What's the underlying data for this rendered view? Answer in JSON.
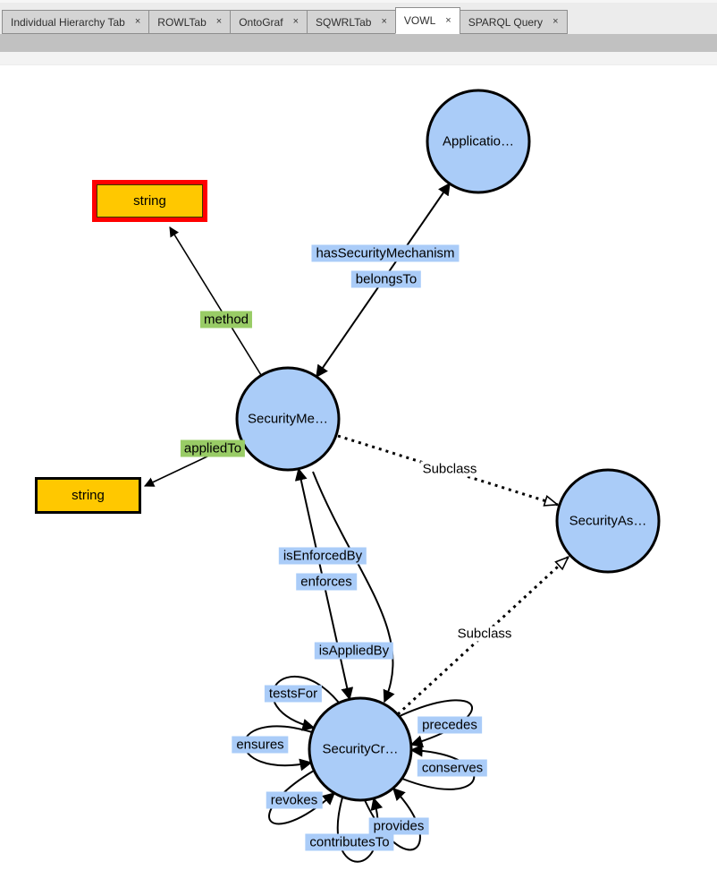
{
  "ui": {
    "close_glyph": "×"
  },
  "tab_bar": {
    "tabs": [
      {
        "label": "Individual Hierarchy Tab",
        "active": false
      },
      {
        "label": "ROWLTab",
        "active": false
      },
      {
        "label": "OntoGraf",
        "active": false
      },
      {
        "label": "SQWRLTab",
        "active": false
      },
      {
        "label": "VOWL",
        "active": true
      },
      {
        "label": "SPARQL Query",
        "active": false
      }
    ]
  },
  "graph": {
    "nodes": {
      "application": "Applicatio…",
      "security_mechanism": "SecurityMe…",
      "security_assurance": "SecurityAs…",
      "security_criterion": "SecurityCr…"
    },
    "datatypes": {
      "string_selected": "string",
      "string_plain": "string"
    },
    "properties": {
      "has_security_mechanism": "hasSecurityMechanism",
      "belongs_to": "belongsTo",
      "is_enforced_by": "isEnforcedBy",
      "enforces": "enforces",
      "is_applied_by": "isAppliedBy",
      "tests_for": "testsFor",
      "ensures": "ensures",
      "revokes": "revokes",
      "contributes_to": "contributesTo",
      "provides": "provides",
      "conserves": "conserves",
      "precedes": "precedes",
      "method": "method",
      "applied_to": "appliedTo",
      "subclass": "Subclass"
    },
    "colors": {
      "class_fill": "#AACCF8",
      "datatype_fill": "#FFC800",
      "object_property_label_bg": "#AACCF8",
      "datatype_property_label_bg": "#99CC66",
      "selected_highlight": "#FF0000",
      "edge": "#000000"
    }
  }
}
